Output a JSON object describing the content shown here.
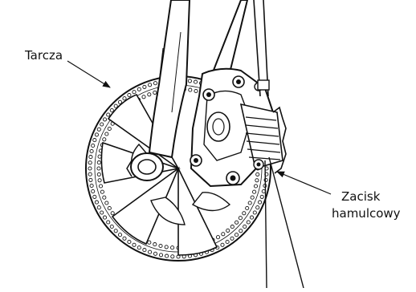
{
  "labels": {
    "disc": "Tarcza",
    "caliper_line1": "Zacisk",
    "caliper_line2": "hamulcowy"
  },
  "colors": {
    "line": "#111111",
    "background": "#ffffff"
  }
}
